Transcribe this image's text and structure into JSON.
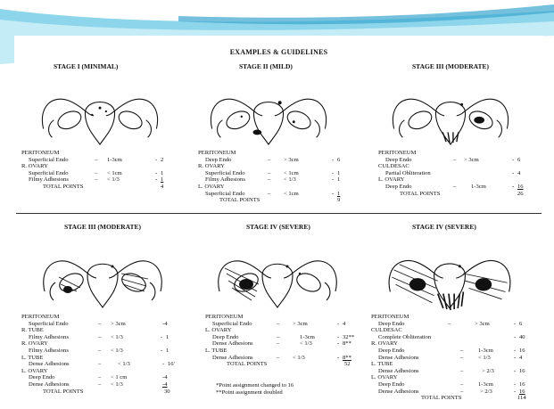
{
  "slide": {
    "title": "EXAMPLES & GUIDELINES"
  },
  "cases": [
    {
      "stage": "STAGE I (MINIMAL)",
      "rows": [
        {
          "kind": "hdr",
          "label": "PERITONEUM"
        },
        {
          "kind": "item",
          "label": "Superficial Endo",
          "dash": "–",
          "size": "1-3cm",
          "dash2": "-",
          "points": "2"
        },
        {
          "kind": "hdr",
          "label": "R. OVARY"
        },
        {
          "kind": "item",
          "label": "Superficial Endo",
          "dash": "–",
          "size": "< 1cm",
          "dash2": "-",
          "points": "1"
        },
        {
          "kind": "item",
          "label": "Filmy Adhesions",
          "dash": "–",
          "size": "< 1/3",
          "dash2": "-",
          "points": "1",
          "underline": true
        },
        {
          "kind": "total",
          "label": "TOTAL POINTS",
          "points": "4"
        }
      ]
    },
    {
      "stage": "STAGE II (MILD)",
      "rows": [
        {
          "kind": "hdr",
          "label": "PERITONEUM"
        },
        {
          "kind": "item",
          "label": "Deep Endo",
          "dash": "–",
          "size": "> 3cm",
          "dash2": "-",
          "points": "6"
        },
        {
          "kind": "hdr",
          "label": "R. OVARY"
        },
        {
          "kind": "item",
          "label": "Superficial Endo",
          "dash": "–",
          "size": "< 1cm",
          "dash2": "-",
          "points": "1"
        },
        {
          "kind": "item",
          "label": "Filmy Adhesions",
          "dash": "–",
          "size": "< 1/3",
          "dash2": "-",
          "points": "1"
        },
        {
          "kind": "hdr",
          "label": "L. OVARY"
        },
        {
          "kind": "item",
          "label": "Superficial Endo",
          "dash": "–",
          "size": "< 1cm",
          "dash2": "-",
          "points": "1",
          "underline": true
        },
        {
          "kind": "total",
          "label": "TOTAL POINTS",
          "points": "9"
        }
      ]
    },
    {
      "stage": "STAGE III (MODERATE)",
      "rows": [
        {
          "kind": "hdr",
          "label": "PERITONEUM"
        },
        {
          "kind": "item",
          "label": "Deep Endo",
          "dash": "–",
          "size": "> 3cm",
          "dash2": "-",
          "points": "6"
        },
        {
          "kind": "hdr",
          "label": "CULDESAC"
        },
        {
          "kind": "item",
          "label": "Partial Obliteration",
          "dash": "",
          "size": "",
          "dash2": "-",
          "points": "4"
        },
        {
          "kind": "hdr",
          "label": "L. OVARY"
        },
        {
          "kind": "item",
          "label": "Deep Endo",
          "dash": "–",
          "size": "1-3cm",
          "dash2": "-",
          "points": "16",
          "underline": true
        },
        {
          "kind": "total",
          "label": "TOTAL POINTS",
          "points": "26"
        }
      ]
    },
    {
      "stage": "STAGE III (MODERATE)",
      "rows": [
        {
          "kind": "hdr",
          "label": "PERITONEUM"
        },
        {
          "kind": "item",
          "label": "Superficial Endo",
          "dash": "–",
          "size": "> 3cm",
          "dash2": "",
          "points": "-4"
        },
        {
          "kind": "hdr",
          "label": "R. TUBE"
        },
        {
          "kind": "item",
          "label": "Filmy Adhesions",
          "dash": "–",
          "size": "< 1/3",
          "dash2": "-",
          "points": "1"
        },
        {
          "kind": "hdr",
          "label": "R. OVARY"
        },
        {
          "kind": "item",
          "label": "Filmy Adhesions",
          "dash": "–",
          "size": "< 1/3",
          "dash2": "-",
          "points": "1"
        },
        {
          "kind": "hdr",
          "label": "L. TUBE"
        },
        {
          "kind": "item",
          "label": "Dense Adhesions",
          "dash": "–",
          "size": "< 1/3",
          "dash2": "-",
          "points": "16'"
        },
        {
          "kind": "hdr",
          "label": "L. OVARY"
        },
        {
          "kind": "item",
          "label": "Deep Endo",
          "dash": "–",
          "size": "< 1 cm",
          "dash2": "",
          "points": "-4"
        },
        {
          "kind": "item",
          "label": "Dense Adhesions",
          "dash": "–",
          "size": "< 1/3",
          "dash2": "",
          "points": "-4",
          "underline": true
        },
        {
          "kind": "total",
          "label": "TOTAL POINTS",
          "points": "30"
        }
      ]
    },
    {
      "stage": "STAGE IV (SEVERE)",
      "rows": [
        {
          "kind": "hdr",
          "label": "PERITONEUM"
        },
        {
          "kind": "item",
          "label": "Superficial Endo",
          "dash": "–",
          "size": "> 3cm",
          "dash2": "-",
          "points": "4"
        },
        {
          "kind": "hdr",
          "label": "L. OVARY"
        },
        {
          "kind": "item",
          "label": "Deep Endo",
          "dash": "–",
          "size": "1-3cm",
          "dash2": "-",
          "points": "32**"
        },
        {
          "kind": "item",
          "label": "Dense Adhesions",
          "dash": "–",
          "size": "< 1/3",
          "dash2": "-",
          "points": "8**"
        },
        {
          "kind": "hdr",
          "label": "L. TUBE"
        },
        {
          "kind": "item",
          "label": "Dense Adhesions",
          "dash": "–",
          "size": "< 1/3",
          "dash2": "-",
          "points": "8**",
          "underline": true
        },
        {
          "kind": "total",
          "label": "TOTAL POINTS",
          "points": "52"
        }
      ],
      "notes": [
        "*Point assignment changed to 16",
        "**Point assignment doubled"
      ]
    },
    {
      "stage": "STAGE IV (SEVERE)",
      "rows": [
        {
          "kind": "hdr",
          "label": "PERITONEUM"
        },
        {
          "kind": "item",
          "label": "Deep Endo",
          "dash": "–",
          "size": "> 3cm",
          "dash2": "-",
          "points": "6"
        },
        {
          "kind": "hdr",
          "label": "CULDESAC"
        },
        {
          "kind": "item",
          "label": "Complete Obliteration",
          "dash": "",
          "size": "",
          "dash2": "-",
          "points": "40"
        },
        {
          "kind": "hdr",
          "label": "R. OVARY"
        },
        {
          "kind": "item",
          "label": "Deep Endo",
          "dash": "–",
          "size": "1-3cm",
          "dash2": "-",
          "points": "16"
        },
        {
          "kind": "item",
          "label": "Dense Adhesions",
          "dash": "–",
          "size": "< 1/3",
          "dash2": "-",
          "points": "4"
        },
        {
          "kind": "hdr",
          "label": "L. TUBE"
        },
        {
          "kind": "item",
          "label": "Dense Adhesions",
          "dash": "–",
          "size": "> 2/3",
          "dash2": "-",
          "points": "16"
        },
        {
          "kind": "hdr",
          "label": "L. OVARY"
        },
        {
          "kind": "item",
          "label": "Deep Endo",
          "dash": "–",
          "size": "1-3cm",
          "dash2": "-",
          "points": "16"
        },
        {
          "kind": "item",
          "label": "Dense Adhesions",
          "dash": "–",
          "size": "> 2/3",
          "dash2": "-",
          "points": "16",
          "underline": true
        },
        {
          "kind": "total",
          "label": "TOTAL POINTS",
          "points": "114"
        }
      ]
    }
  ]
}
